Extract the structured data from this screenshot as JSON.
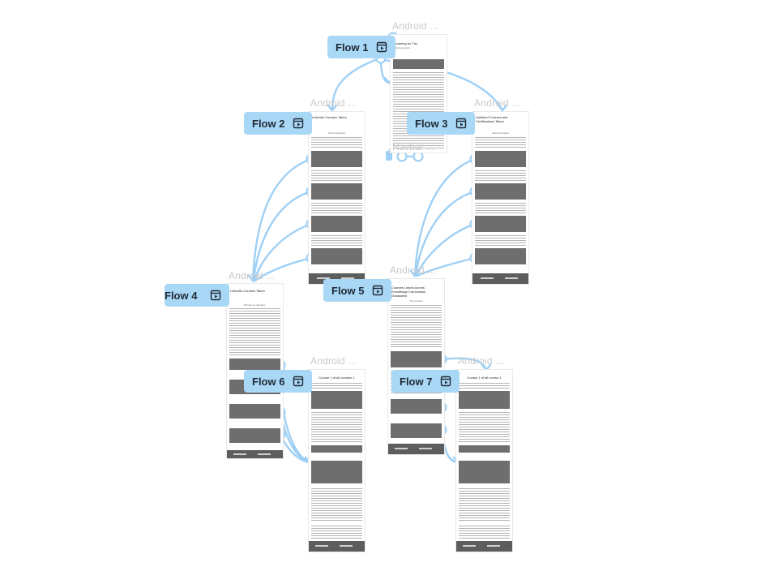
{
  "canvas": {
    "background": "#ffffff",
    "accent": "#a9d7f6",
    "connector_color": "#9fd0f5"
  },
  "frame_label": "Android ...",
  "nav_label": "Navbar ...",
  "frames": [
    {
      "title": "Android ...",
      "heading": "Learning for Tdc",
      "sub": "Welcome back"
    },
    {
      "title": "Android ...",
      "heading": "LinkedIn Courses Taken",
      "sub": "Recommended"
    },
    {
      "title": "Android ...",
      "heading": "Unlinked Courses and Certifications Taken",
      "sub": "Recommended"
    },
    {
      "title": "Android ...",
      "heading": "LinkedIn Courses Taken",
      "sub": "Browse by category"
    },
    {
      "title": "Android ...",
      "heading": "Courses Linked Across Knowledge Curriculums Graduated",
      "sub": "Top courses"
    },
    {
      "title": "Android ...",
      "heading": "Course 1 of all courses 1",
      "sub": ""
    },
    {
      "title": "Android ...",
      "heading": "Course 1 of all course 1",
      "sub": ""
    }
  ],
  "flows": [
    {
      "label": "Flow 1",
      "icon": "play-frame-icon"
    },
    {
      "label": "Flow 2",
      "icon": "play-frame-icon"
    },
    {
      "label": "Flow 3",
      "icon": "play-frame-icon"
    },
    {
      "label": "Flow 4",
      "icon": "play-frame-icon"
    },
    {
      "label": "Flow 5",
      "icon": "play-frame-icon"
    },
    {
      "label": "Flow 6",
      "icon": "play-frame-icon"
    },
    {
      "label": "Flow 7",
      "icon": "play-frame-icon"
    }
  ]
}
